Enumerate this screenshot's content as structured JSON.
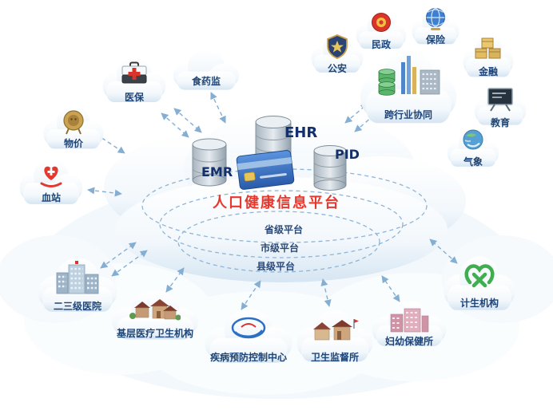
{
  "platform": {
    "title": "人口健康信息平台",
    "emr_label": "EMR",
    "ehr_label": "EHR",
    "pid_label": "PID",
    "tiers": [
      "省级平台",
      "市级平台",
      "县级平台"
    ]
  },
  "nodes": {
    "yibao": {
      "label": "医保",
      "icon": "medical-kit-icon"
    },
    "shiyaojian": {
      "label": "食药监",
      "icon": "cloud-icon"
    },
    "wujia": {
      "label": "物价",
      "icon": "price-seal-icon"
    },
    "xuezhan": {
      "label": "血站",
      "icon": "blood-donation-icon"
    },
    "gongan": {
      "label": "公安",
      "icon": "police-badge-icon"
    },
    "minzheng": {
      "label": "民政",
      "icon": "civil-emblem-icon"
    },
    "baoxian": {
      "label": "保险",
      "icon": "globe-icon"
    },
    "jinrong": {
      "label": "金融",
      "icon": "gold-stack-icon"
    },
    "jiaoyu": {
      "label": "教育",
      "icon": "blackboard-icon"
    },
    "qixiang": {
      "label": "气象",
      "icon": "weather-globe-icon"
    },
    "kuahangye": {
      "label": "跨行业协同",
      "icon": "industry-collab-icon"
    },
    "hospital": {
      "label": "二三级医院",
      "icon": "hospital-buildings-icon"
    },
    "jiceng": {
      "label": "基层医疗卫生机构",
      "icon": "community-houses-icon"
    },
    "cdc": {
      "label": "疾病预防控制中心",
      "icon": "cdc-logo-icon"
    },
    "weijian": {
      "label": "卫生监督所",
      "icon": "supervision-houses-icon"
    },
    "fuyou": {
      "label": "妇幼保健所",
      "icon": "mch-buildings-icon"
    },
    "jisheng": {
      "label": "计生机构",
      "icon": "green-ribbon-icon"
    }
  },
  "colors": {
    "platform_title": "#e8372c",
    "node_label": "#1e4476",
    "arrow": "#85aed3",
    "card": "#2a5ba9"
  }
}
